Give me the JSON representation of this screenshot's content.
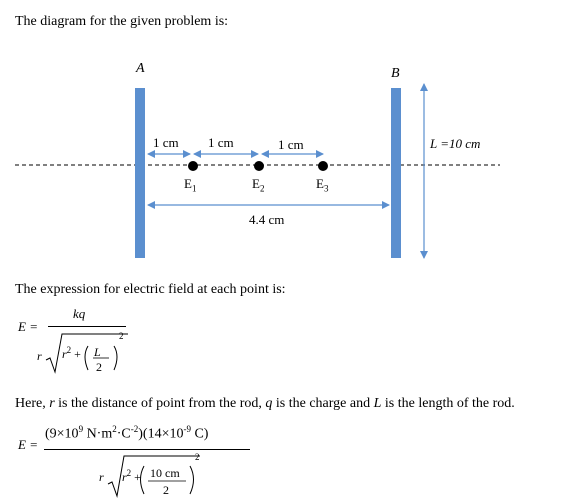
{
  "intro": "The diagram for the given problem is:",
  "diagram": {
    "rod_a_label": "A",
    "rod_b_label": "B",
    "dist_1": "1 cm",
    "dist_2": "1 cm",
    "dist_3": "1 cm",
    "length_label": "L =10 cm",
    "total_distance": "4.4 cm",
    "points": [
      {
        "base": "E",
        "sub": "1"
      },
      {
        "base": "E",
        "sub": "2"
      },
      {
        "base": "E",
        "sub": "3"
      }
    ],
    "colors": {
      "rod": "#5b8fcf",
      "arrow": "#5b8fcf",
      "point": "#000000"
    }
  },
  "expression_intro": "The expression for electric field at each point is:",
  "formula1": {
    "lhs": "E",
    "numerator": "kq",
    "r": "r",
    "r2": "r",
    "L": "L",
    "two": "2",
    "exp": "2",
    "rexp": "2"
  },
  "here_text": {
    "t1": "Here, ",
    "r": "r",
    "t2": " is the distance of point from the rod, ",
    "q": "q",
    "t3": " is the charge and ",
    "L": "L",
    "t4": " is the length of the rod."
  },
  "formula2": {
    "lhs": "E",
    "k": "(9×10",
    "k_exp": "9",
    "k_units": " N·m",
    "k_u_exp": "2",
    "k_c": "·C",
    "k_c_exp": "-2",
    "k_close": ")",
    "q": "(14×10",
    "q_exp": "-9",
    "q_units": " C)",
    "r": "r",
    "r2": "r",
    "rexp": "2",
    "ten_cm": "10 cm",
    "two": "2",
    "exp": "2"
  }
}
